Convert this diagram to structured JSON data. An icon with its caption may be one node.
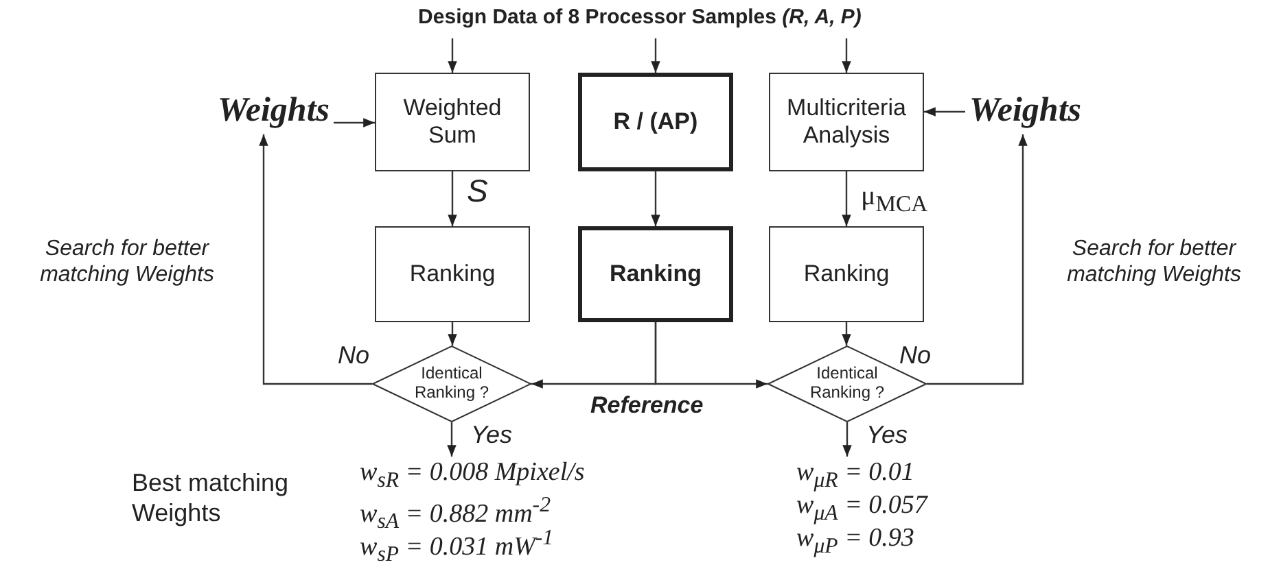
{
  "diagram": {
    "nodes": [
      {
        "text": [
          "Design Data of 8 Processor Samples *(R, A, P)*"
        ]
      },
      {
        "text": [
          "Weights"
        ]
      },
      {
        "text": [
          "Weighted Sum"
        ]
      },
      {
        "text": [
          "R / (AP)"
        ]
      },
      {
        "text": [
          "Multicriteria Analysis"
        ]
      },
      {
        "text": [
          "Weights"
        ]
      },
      {
        "text": [
          "Ranking"
        ]
      },
      {
        "text": [
          "Ranking"
        ]
      },
      {
        "text": [
          "Ranking"
        ]
      },
      {
        "text": [
          "Identical Ranking ?"
        ]
      },
      {
        "text": [
          "Identical Ranking ?"
        ]
      },
      {
        "text": [
          "w$_{sR}$ = 0.008 Mpixel/s",
          "w$_{sA}$ = 0.882 mm$^{-2}$",
          "w$_{sP}$ = 0.031 mW$^{-1}$"
        ]
      },
      {
        "text": [
          "w$_{μR}$ = 0.01",
          "w$_{μA}$ = 0.057",
          "w$_{μP}$ = 0.93"
        ]
      }
    ],
    "edges": [
      {
        "from": 0,
        "to": 2,
        "arrow": "to"
      },
      {
        "from": 0,
        "to": 3,
        "arrow": "to"
      },
      {
        "from": 0,
        "to": 4,
        "arrow": "to"
      },
      {
        "from": 1,
        "to": 2,
        "arrow": "to"
      },
      {
        "from": 5,
        "to": 4,
        "arrow": "to"
      },
      {
        "from": 2,
        "to": 6,
        "arrow": "to",
        "label": "S"
      },
      {
        "from": 3,
        "to": 7,
        "arrow": "to"
      },
      {
        "from": 4,
        "to": 8,
        "arrow": "to",
        "label": "μ$_{MCA}$"
      },
      {
        "from": 6,
        "to": 9,
        "arrow": "to"
      },
      {
        "from": 8,
        "to": 10,
        "arrow": "to"
      },
      {
        "from": 7,
        "to": 9,
        "arrow": "to"
      },
      {
        "from": 7,
        "to": 10,
        "arrow": "to",
        "label": "Reference"
      },
      {
        "from": 9,
        "to": 1,
        "arrow": "to",
        "label": "No"
      },
      {
        "from": 10,
        "to": 5,
        "arrow": "to",
        "label": "No"
      },
      {
        "from": 9,
        "to": 11,
        "arrow": "to",
        "label": "Yes"
      },
      {
        "from": 10,
        "to": 12,
        "arrow": "to",
        "label": "Yes"
      }
    ],
    "labels": [
      "Search for better matching Weights",
      "Search for better matching Weights",
      "Best matching Weights"
    ]
  }
}
